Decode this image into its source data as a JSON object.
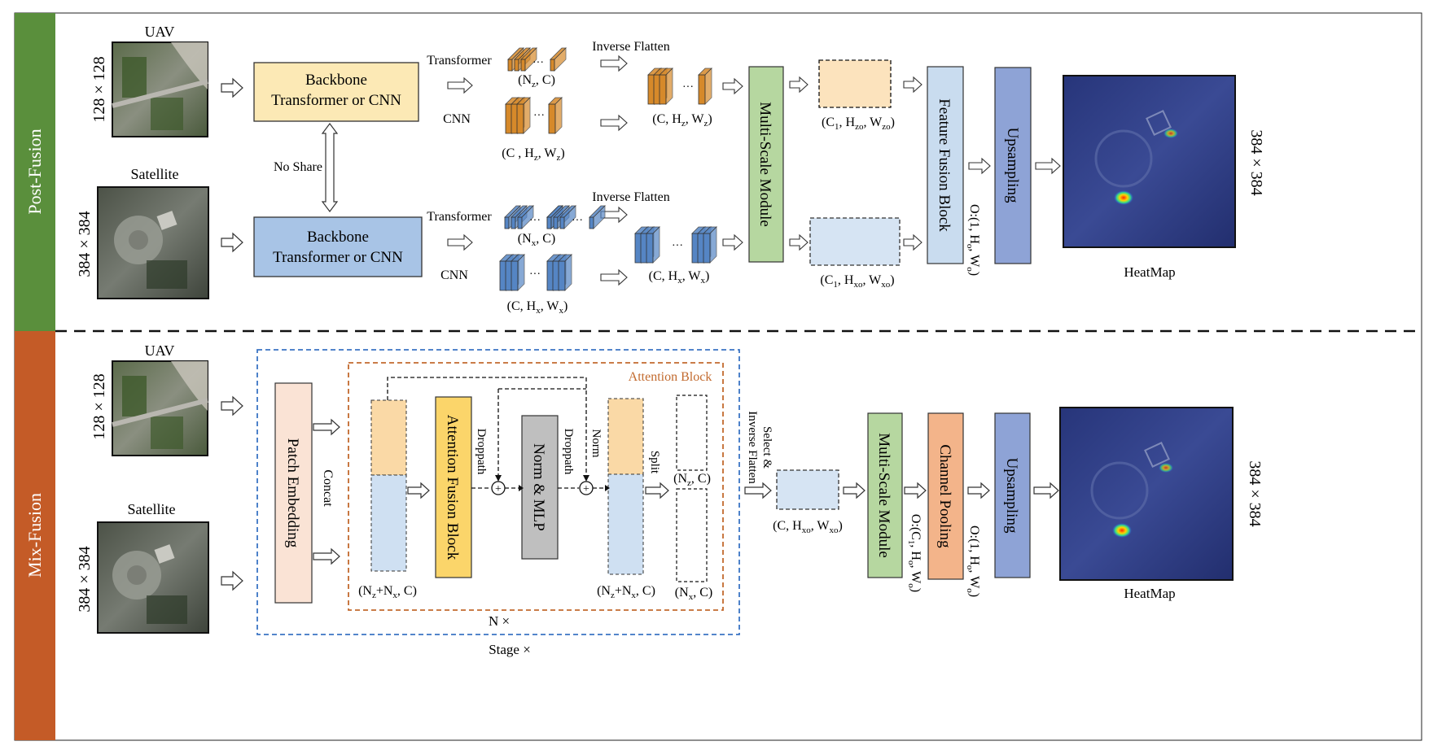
{
  "sections": {
    "post": {
      "label": "Post-Fusion",
      "color": "#5a8f3c"
    },
    "mix": {
      "label": "Mix-Fusion",
      "color": "#c45b27"
    }
  },
  "post": {
    "uav_label": "UAV",
    "uav_size": "128 × 128",
    "sat_label": "Satellite",
    "sat_size": "384 × 384",
    "backbone_line1": "Backbone",
    "backbone_line2": "Transformer or CNN",
    "no_share": "No Share",
    "transformer": "Transformer",
    "cnn": "CNN",
    "inverse_flatten": "Inverse Flatten",
    "nz_c": {
      "pre": "(N",
      "sub": "z",
      "post": ", C)"
    },
    "c_hz_wz": {
      "p1": "(C , H",
      "s1": "z",
      "p2": ", W",
      "s2": "z",
      "p3": ")"
    },
    "c_hz_wz2": {
      "p1": "(C, H",
      "s1": "z",
      "p2": ", W",
      "s2": "z",
      "p3": ")"
    },
    "nx_c": {
      "pre": "(N",
      "sub": "x",
      "post": ", C)"
    },
    "c_hx_wx": {
      "p1": "(C, H",
      "s1": "x",
      "p2": ", W",
      "s2": "x",
      "p3": ")"
    },
    "c_hx_wx2": {
      "p1": "(C, H",
      "s1": "x",
      "p2": ", W",
      "s2": "x",
      "p3": ")"
    },
    "multi_scale": "Multi-Scale Module",
    "c1_hzo_wzo": {
      "p1": "(C",
      "s1": "1",
      "p2": ", H",
      "s2": "zo",
      "p3": ", W",
      "s3": "zo",
      "p4": ")"
    },
    "c1_hxo_wxo": {
      "p1": "(C",
      "s1": "1",
      "p2": ", H",
      "s2": "xo",
      "p3": ", W",
      "s3": "xo",
      "p4": ")"
    },
    "feature_fusion": "Feature Fusion Block",
    "o_shape": {
      "p1": "O:(1, H",
      "s1": "o",
      "p2": ", W",
      "s2": "o",
      "p3": ")"
    },
    "upsampling": "Upsampling",
    "heatmap": "HeatMap",
    "out_size": "384 × 384"
  },
  "mix": {
    "uav_label": "UAV",
    "uav_size": "128 × 128",
    "sat_label": "Satellite",
    "sat_size": "384 × 384",
    "patch_embedding": "Patch Embedding",
    "concat": "Concat",
    "attention_block": "Attention Block",
    "attention_fusion": "Attention Fusion Block",
    "droppath1": "Droppath",
    "norm_mlp": "Norm & MLP",
    "droppath2": "Droppath",
    "norm": "Norm",
    "split": "Split",
    "nz_c": {
      "pre": "(N",
      "sub": "z",
      "post": ", C)"
    },
    "nx_c": {
      "pre": "(N",
      "sub": "x",
      "post": ", C)"
    },
    "nznx_c": {
      "p1": "(N",
      "s1": "z",
      "p2": "+N",
      "s2": "x",
      "p3": ", C)"
    },
    "n_times": "N ×",
    "stage_times": "Stage ×",
    "select_line1": "Select &",
    "select_line2": "Inverse Flatten",
    "c_hxo_wxo": {
      "p1": "(C, H",
      "s1": "xo",
      "p2": ", W",
      "s2": "xo",
      "p3": ")"
    },
    "multi_scale": "Multi-Scale Module",
    "o_c1": {
      "p1": "O:(C",
      "s1": "1",
      "p2": ", H",
      "s2": "o",
      "p3": ", W",
      "s3": "o",
      "p4": ")"
    },
    "channel_pooling": "Channel Pooling",
    "o_shape": {
      "p1": "O:(1, H",
      "s1": "o",
      "p2": ", W",
      "s2": "o",
      "p3": ")"
    },
    "upsampling": "Upsampling",
    "heatmap": "HeatMap",
    "out_size": "384 × 384"
  },
  "colors": {
    "orange_fill": "#fce9b5",
    "blue_fill": "#a8c4e6",
    "green_fill": "#b6d7a0",
    "light_blue_fill": "#c9dcef",
    "purple_fill": "#8ea3d6",
    "orange_token": "#d6892a",
    "blue_token": "#5585c4",
    "gold_fill": "#fbd56a",
    "gray_fill": "#bfbfbf",
    "salmon_fill": "#f3b48a",
    "peach_fill": "#fae3d5"
  }
}
